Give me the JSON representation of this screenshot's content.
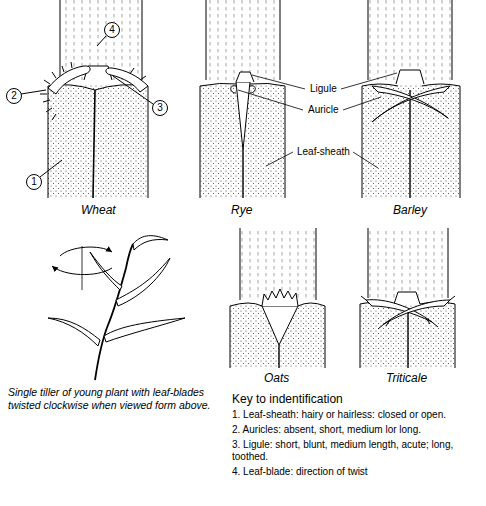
{
  "diagram": {
    "nodes": [
      {
        "text": [
          "4"
        ]
      },
      {
        "text": [
          "2"
        ]
      },
      {
        "text": [
          "3"
        ]
      },
      {
        "text": [
          "1"
        ]
      }
    ],
    "labels": [
      "Wheat",
      "Rye",
      "Barley",
      "Ligule",
      "Auricle",
      "Leaf-sheath",
      "Single tiller of young plant with leaf-blades twisted clockwise when viewed form above.",
      "Oats",
      "Triticale",
      "Key to indentification",
      "1. Leaf-sheath: hairy or hairless: closed or open.",
      "2. Auricles: absent, short, medium lor long.",
      "3. Ligule: short, blunt, medium length, acute; long, toothed.",
      "4. Leaf-blade: direction of twist"
    ]
  }
}
